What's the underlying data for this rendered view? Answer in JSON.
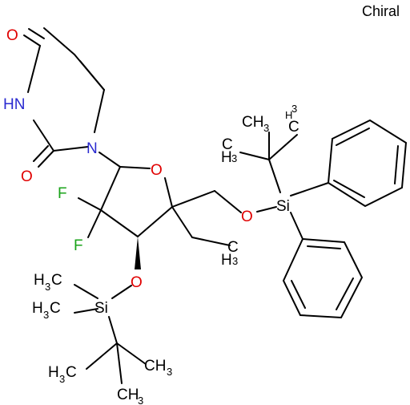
{
  "figure": {
    "chiral_label": "Chiral",
    "atoms": {
      "o_carbonyl_top": "O",
      "nh": "HN",
      "o_carbonyl_bottom": "O",
      "n1": "N",
      "o_ring": "O",
      "f1": "F",
      "f2": "F",
      "o_ether_right": "O",
      "si_right": "Si",
      "o_ether_bottom": "O",
      "si_bottom": "Si",
      "ch3_main": "CH",
      "ch3_sub": "3",
      "h3c_main": "H",
      "h3c_sub": "3",
      "h3c_c": "C"
    },
    "colors": {
      "oxygen": "#e00000",
      "nitrogen": "#2a2ad0",
      "fluorine": "#19a319",
      "bond": "#000000"
    }
  }
}
